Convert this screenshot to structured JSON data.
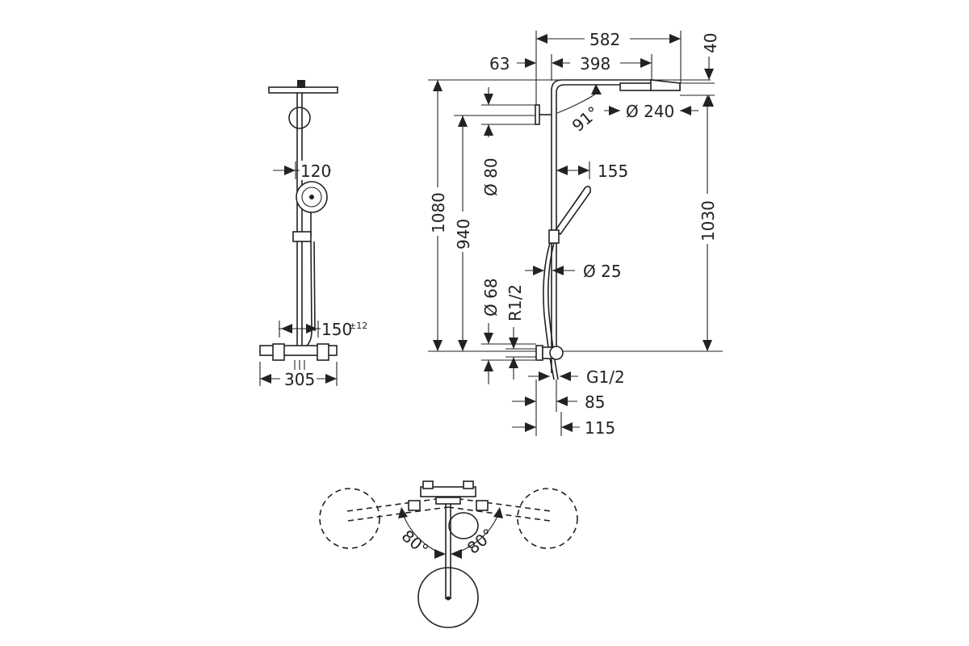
{
  "front_view": {
    "dim_width_head": "120",
    "dim_spacing": "150",
    "dim_spacing_tolerance": "±12",
    "dim_thermostat_width": "305"
  },
  "side_view": {
    "dim_total_projection": "582",
    "dim_arm_length": "398",
    "dim_wall_offset": "63",
    "dim_head_thickness": "40",
    "dim_arm_angle": "91°",
    "dim_head_diameter": "Ø 240",
    "dim_hand_shower_offset": "155",
    "dim_wall_bracket_diameter": "Ø 80",
    "dim_total_height": "1080",
    "dim_rail_height": "940",
    "dim_head_height": "1030",
    "dim_hose_diameter": "Ø 25",
    "dim_connection_diameter": "Ø 68",
    "dim_inlet_thread": "R1/2",
    "dim_outlet_thread": "G1/2",
    "dim_depth_85": "85",
    "dim_depth_115": "115"
  },
  "top_view": {
    "dim_swivel_left": "80°",
    "dim_swivel_right": "80°"
  }
}
